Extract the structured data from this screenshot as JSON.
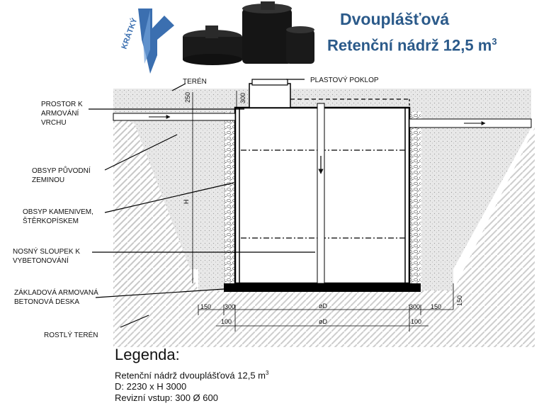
{
  "header": {
    "title_line1": "Dvouplášťová",
    "title_line2": "Retenční nádrž 12,5 m",
    "title_line2_sup": "3",
    "brand": "KRÁTKÝ",
    "colors": {
      "title": "#2b5a8a",
      "brand": "#3b6fb0"
    }
  },
  "labels": {
    "teren": "TERÉN",
    "poklop": "PLASTOVÝ POKLOP",
    "prostor_1": "PROSTOR K",
    "prostor_2": "ARMOVÁNÍ",
    "prostor_3": "VRCHU",
    "obsyp_puvodni_1": "OBSYP PŮVODNÍ",
    "obsyp_puvodni_2": "ZEMINOU",
    "obsyp_kamenivem_1": "OBSYP KAMENIVEM,",
    "obsyp_kamenivem_2": "ŠTĚRKOPÍSKEM",
    "sloupek_1": "NOSNÝ SLOUPEK K",
    "sloupek_2": "VYBETONOVÁNÍ",
    "deska_1": "ZÁKLADOVÁ ARMOVANÁ",
    "deska_2": "BETONOVÁ DESKA",
    "rostly_teren": "ROSTLÝ TERÉN"
  },
  "dimensions": {
    "d250": "250",
    "d300_top": "300",
    "h": "H",
    "d150_left": "150",
    "d300_left": "300",
    "phiD_1": "øD",
    "d300_right": "300",
    "d150_right": "150",
    "d150_vert": "150",
    "d100_left": "100",
    "phiD_2": "øD",
    "d100_right": "100"
  },
  "legend": {
    "title": "Legenda:",
    "line1": "Retenční nádrž dvouplášťová 12,5 m",
    "line1_sup": "3",
    "line2": "D: 2230 x H 3000",
    "line3": "Revizní vstup: 300 Ø 600"
  }
}
